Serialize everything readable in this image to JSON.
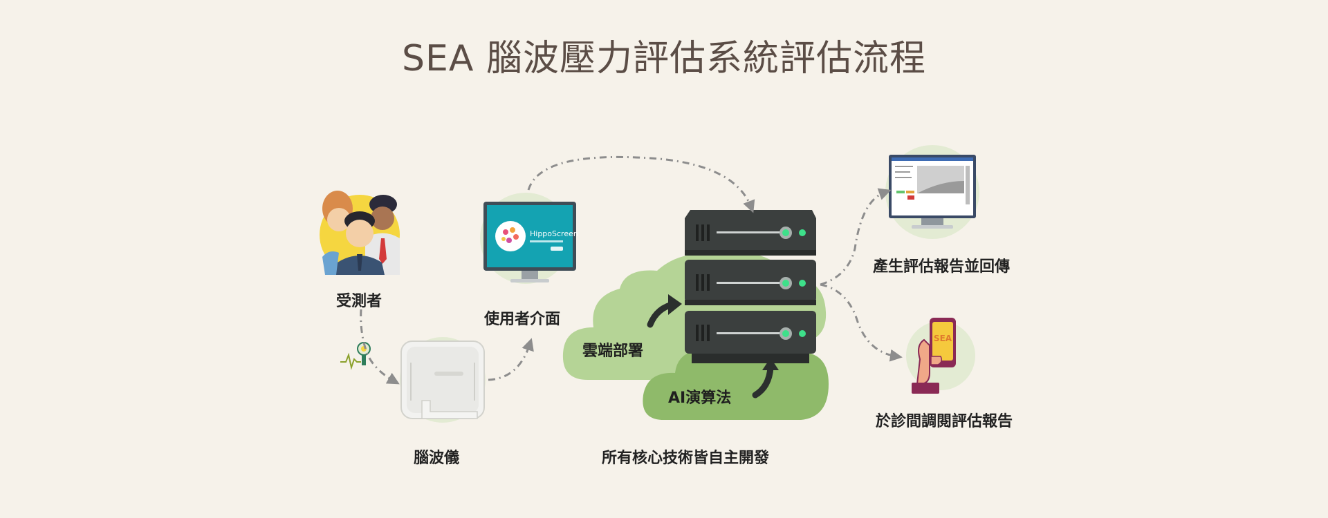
{
  "title": "SEA 腦波壓力評估系統評估流程",
  "nodes": {
    "subject": "受測者",
    "eeg_device": "腦波儀",
    "user_interface": "使用者介面",
    "cloud_deploy": "雲端部署",
    "ai_algorithm": "AI演算法",
    "report_generate": "產生評估報告並回傳",
    "clinic_review": "於診間調閱評估報告"
  },
  "footer": {
    "note": "所有核心技術皆自主開發"
  },
  "screen_text": {
    "app_name": "HippoScreen",
    "phone_text": "SEA"
  },
  "colors": {
    "background": "#f6f2ea",
    "title": "#5b4d46",
    "cloud_light": "#b5d496",
    "cloud_dark": "#8fba6a",
    "server": "#3b3f3e",
    "led": "#3ee08a",
    "halo": "#e3ebd3",
    "arrow": "#8d8d8d"
  }
}
